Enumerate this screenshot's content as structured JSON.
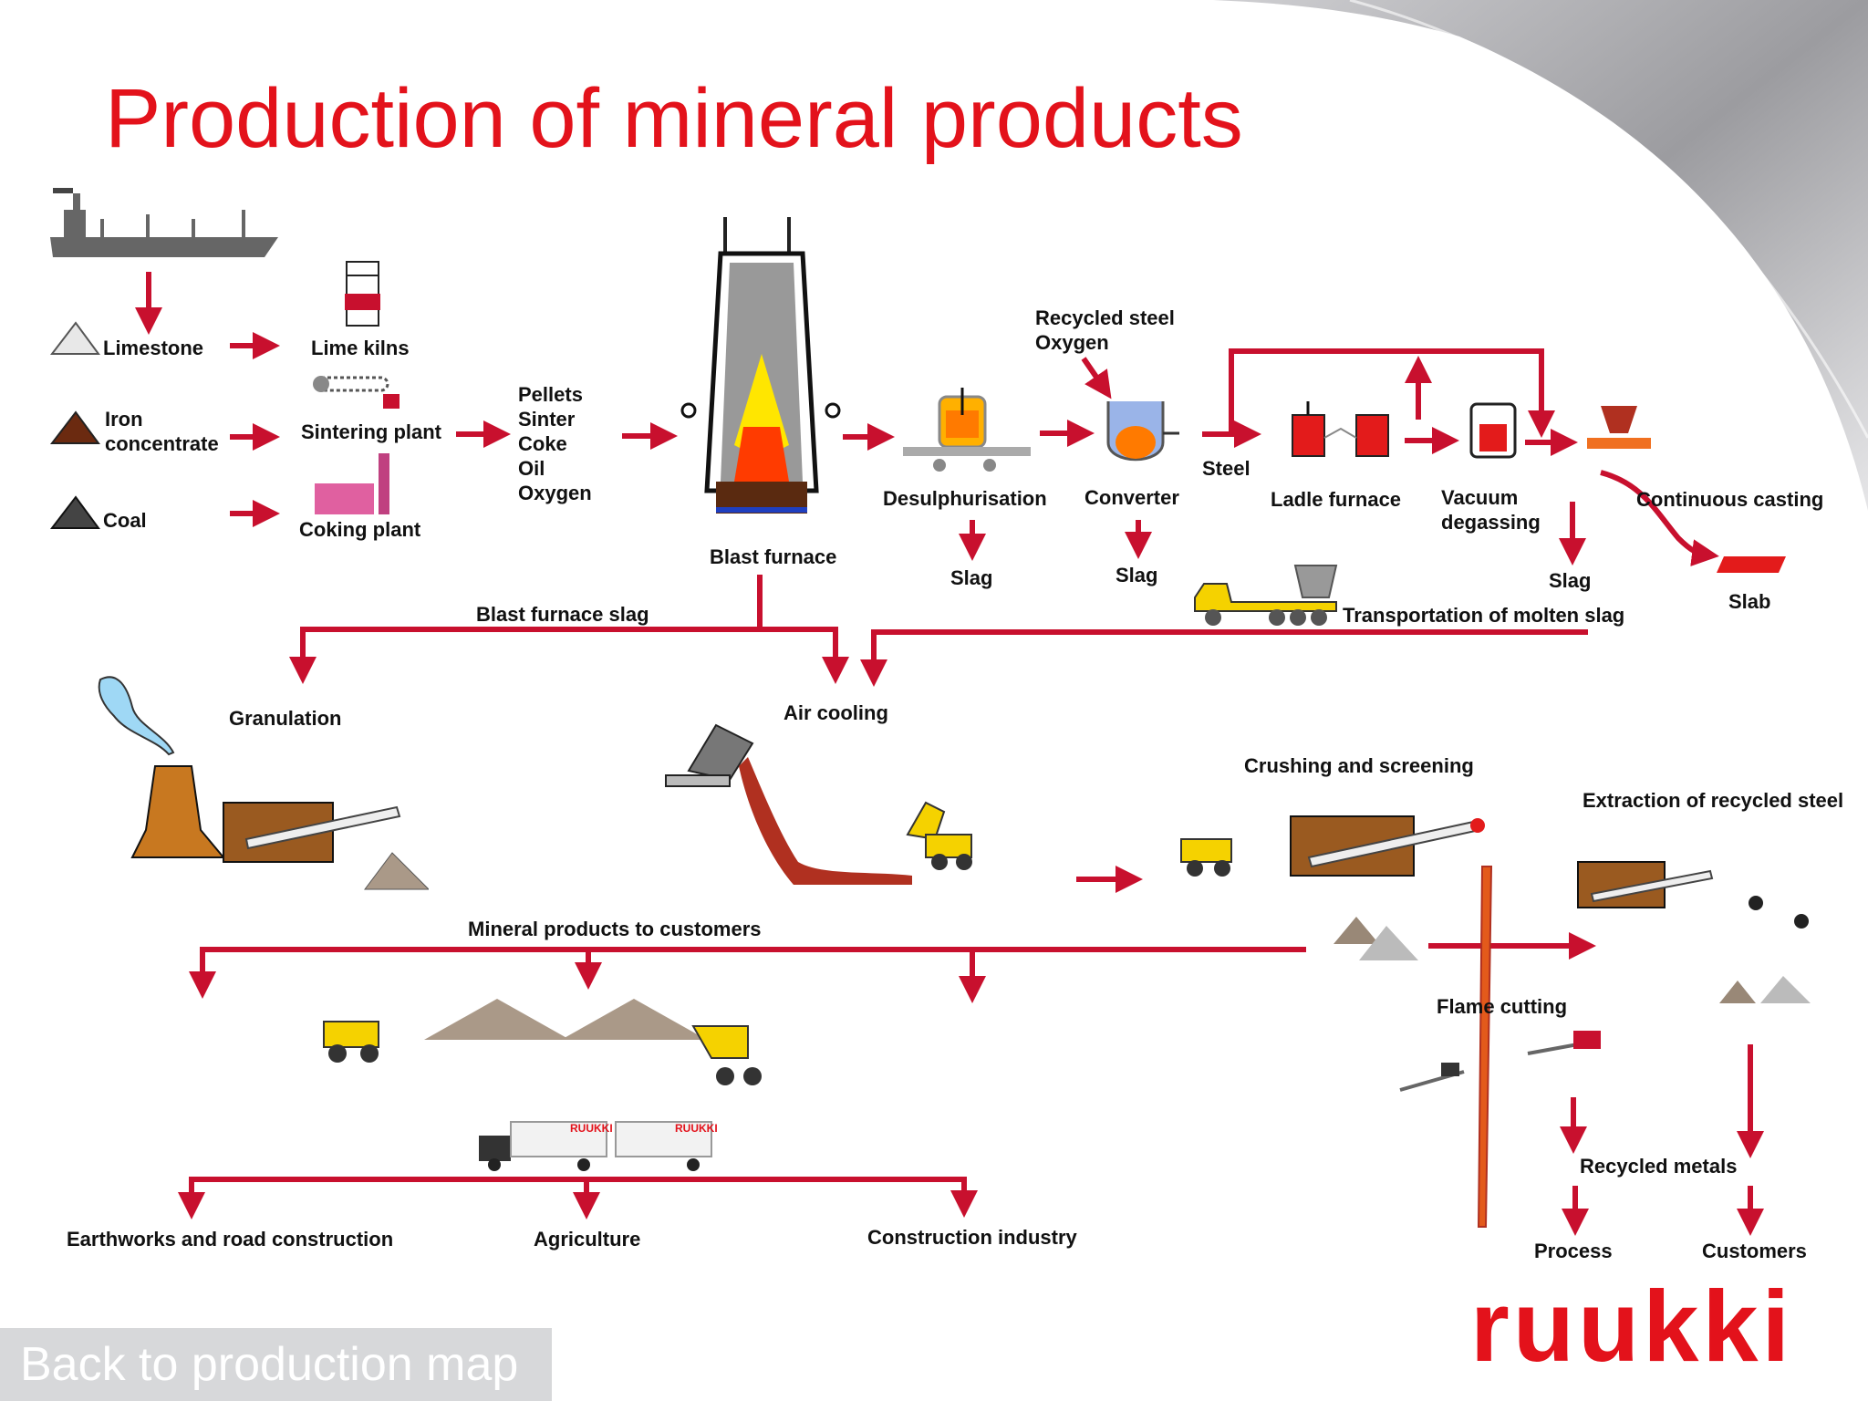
{
  "title": "Production of mineral products",
  "labels": {
    "limestone": "Limestone",
    "iron_concentrate": "Iron\nconcentrate",
    "coal": "Coal",
    "lime_kilns": "Lime kilns",
    "sintering_plant": "Sintering plant",
    "coking_plant": "Coking plant",
    "blast_furnace_inputs": "Pellets\nSinter\nCoke\nOil\nOxygen",
    "blast_furnace": "Blast furnace",
    "recycled_steel_oxygen": "Recycled steel\nOxygen",
    "desulphurisation": "Desulphurisation",
    "converter": "Converter",
    "steel": "Steel",
    "ladle_furnace": "Ladle furnace",
    "vacuum_degassing": "Vacuum\ndegassing",
    "continuous_casting": "Continuous casting",
    "slag_1": "Slag",
    "slag_2": "Slag",
    "slag_3": "Slag",
    "slab": "Slab",
    "transportation_molten_slag": "Transportation of molten slag",
    "blast_furnace_slag": "Blast furnace slag",
    "granulation": "Granulation",
    "air_cooling": "Air cooling",
    "crushing_screening": "Crushing and screening",
    "extraction_recycled_steel": "Extraction of recycled steel",
    "mineral_products_to_customers": "Mineral products to customers",
    "flame_cutting": "Flame cutting",
    "recycled_metals": "Recycled metals",
    "process": "Process",
    "customers": "Customers",
    "earthworks": "Earthworks and road construction",
    "agriculture": "Agriculture",
    "construction_industry": "Construction industry"
  },
  "truck_brand": "RUUKKI",
  "logo_text": "ruukki",
  "back_button": "Back to production map",
  "colors": {
    "accent": "#c8102e",
    "title": "#e3121b"
  }
}
